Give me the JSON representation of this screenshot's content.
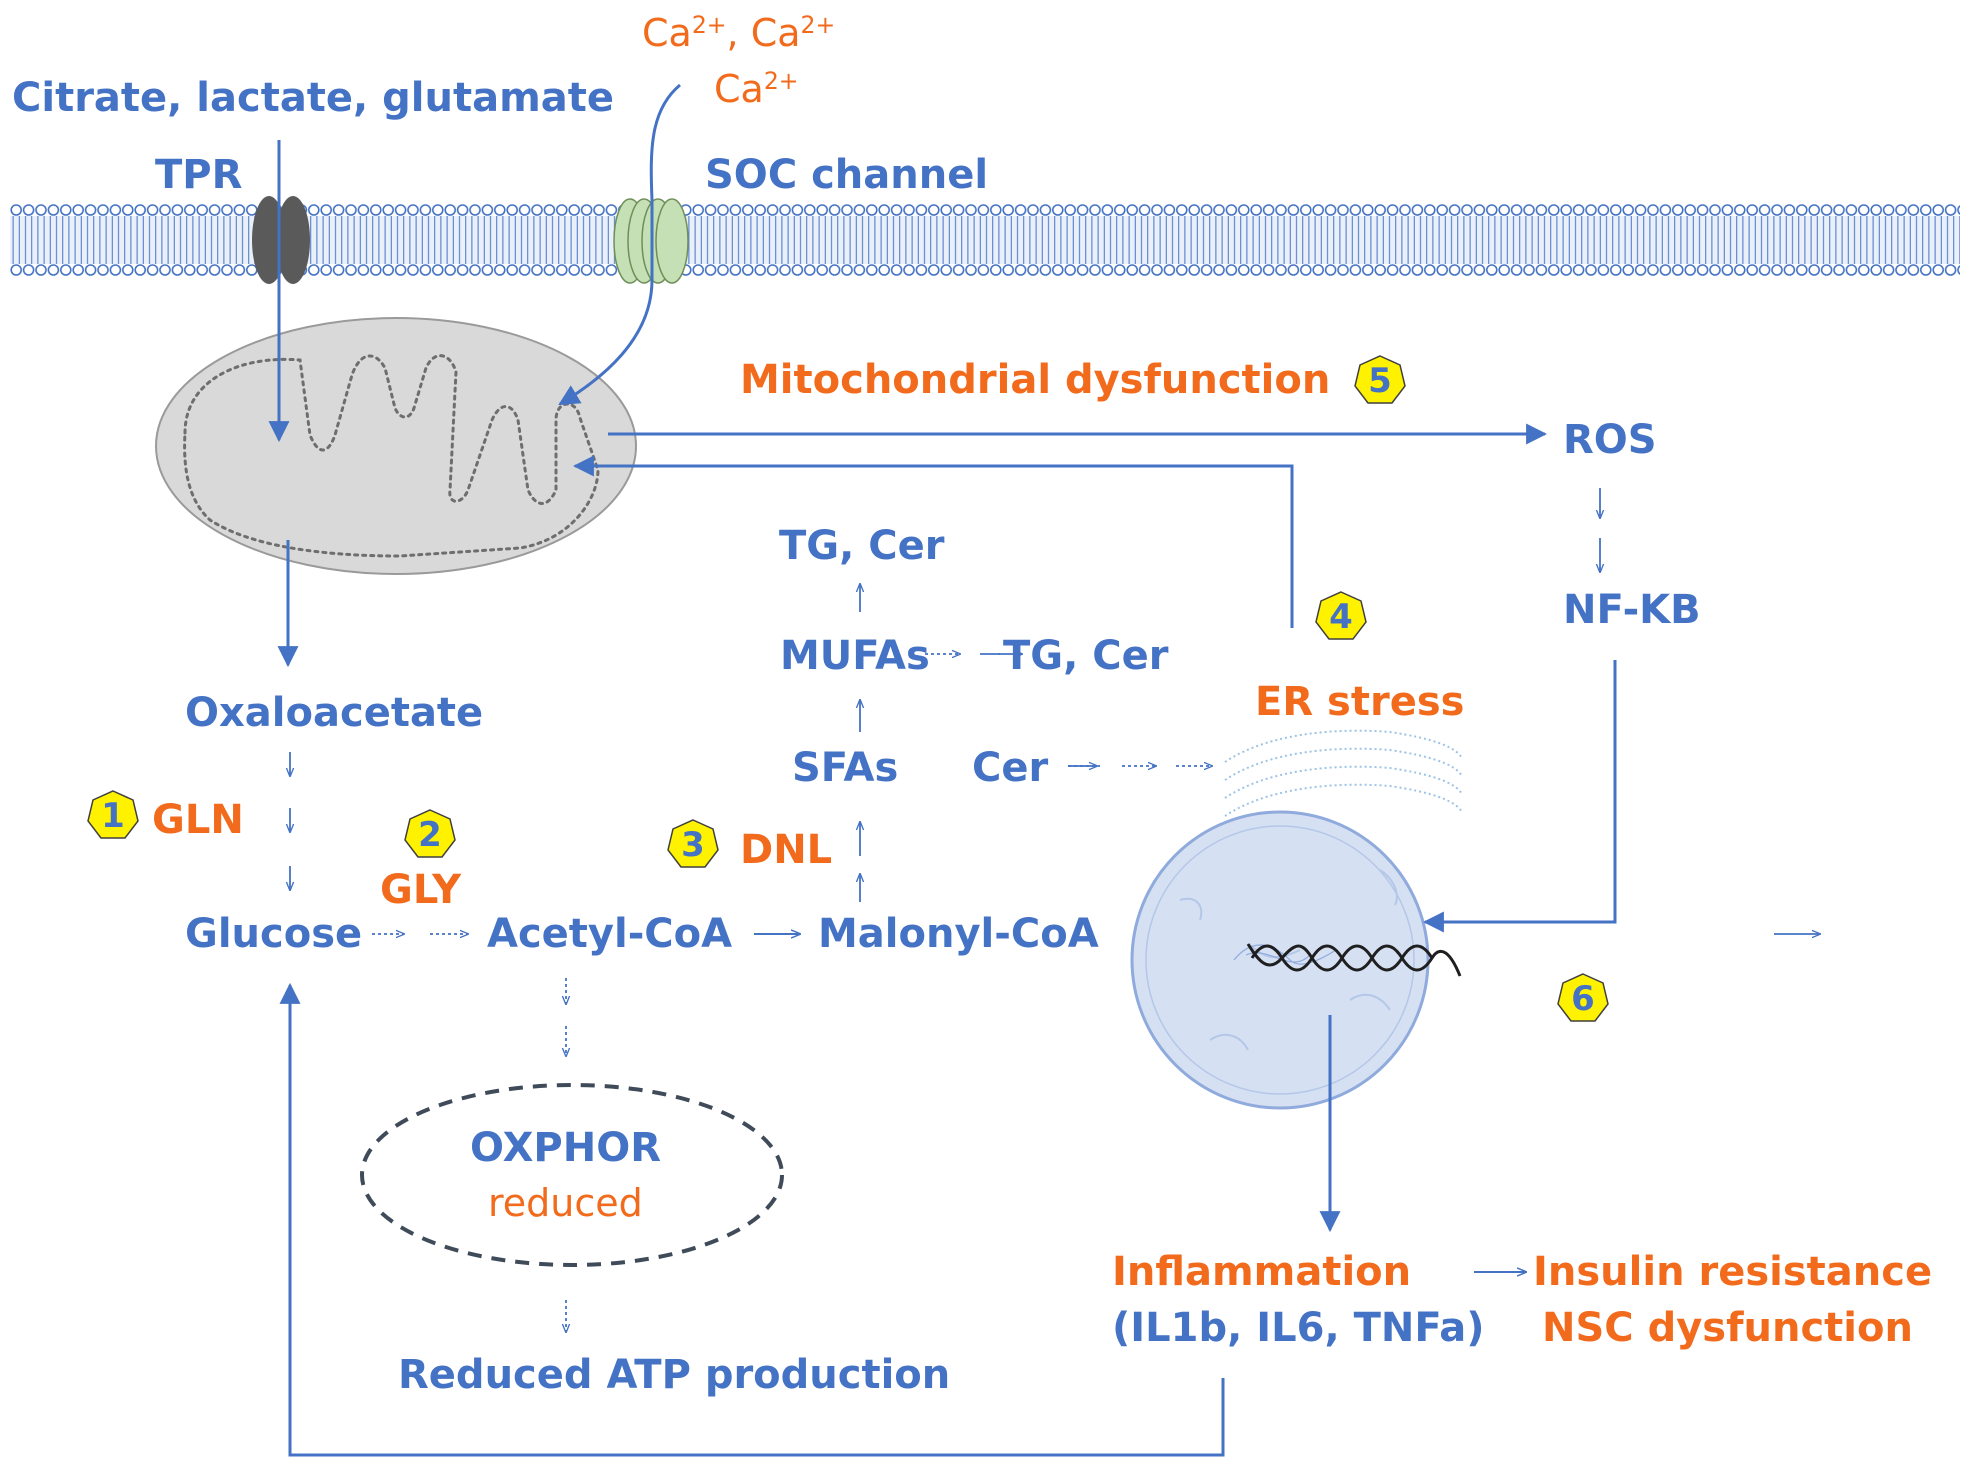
{
  "labels": {
    "input": "Citrate, lactate, glutamate",
    "tpr": "TPR",
    "ca_line1": [
      "Ca",
      "2+",
      ", Ca",
      "2+"
    ],
    "ca_line2": [
      "Ca",
      "2+"
    ],
    "soc": "SOC channel",
    "mito_dysfunction": "Mitochondrial dysfunction",
    "ros": "ROS",
    "nfkb": "NF-KB",
    "oxaloacetate": "Oxaloacetate",
    "gln": "GLN",
    "gly": "GLY",
    "dnl": "DNL",
    "glucose": "Glucose",
    "acetyl": "Acetyl-CoA",
    "malonyl": "Malonyl-CoA",
    "sfas": "SFAs",
    "cer": "Cer",
    "mufas": "MUFAs",
    "tgcer_right": "TG, Cer",
    "tgcer_top": "TG, Cer",
    "er_stress": "ER stress",
    "oxphor": "OXPHOR",
    "reduced": "reduced",
    "atp": "Reduced ATP production",
    "inflammation": "Inflammation",
    "cytokines": "(IL1b, IL6, TNFa)",
    "insulin": "Insulin resistance",
    "nsc": "NSC dysfunction"
  },
  "badges": [
    "1",
    "2",
    "3",
    "4",
    "5",
    "6"
  ],
  "colors": {
    "blue": "#4472C4",
    "orange": "#F26B1D",
    "badge_fill": "#FFF200",
    "mito_fill": "#D9D9D9",
    "nucleus_fill": "#D6E0F3",
    "tpr_fill": "#5A5A5A",
    "soc_fill": "#C5E0B4"
  }
}
